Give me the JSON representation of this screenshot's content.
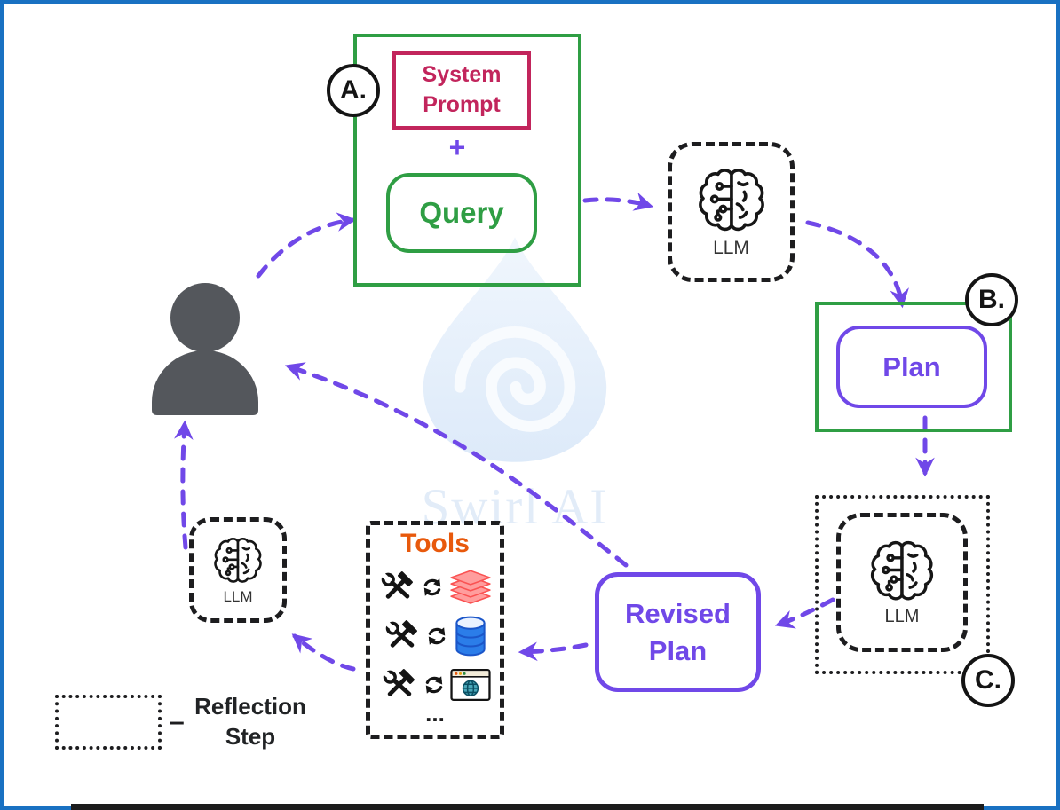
{
  "watermark": {
    "text": "Swirl AI"
  },
  "step_labels": {
    "a": "A.",
    "b": "B.",
    "c": "C."
  },
  "prompt_group": {
    "system_prompt": "System Prompt",
    "plus": "+",
    "query": "Query"
  },
  "llm_top": {
    "label": "LLM"
  },
  "plan": {
    "label": "Plan"
  },
  "llm_reflection": {
    "label": "LLM"
  },
  "revised_plan": {
    "label": "Revised Plan"
  },
  "tools": {
    "title": "Tools",
    "more": "...",
    "items": [
      "layers",
      "database",
      "web-browser"
    ]
  },
  "llm_left": {
    "label": "LLM"
  },
  "legend": {
    "dash": "–",
    "label": "Reflection Step"
  },
  "colors": {
    "frame_blue": "#1971c2",
    "green": "#2f9e44",
    "purple": "#7048e8",
    "crimson": "#c2255c",
    "orange": "#e8590c",
    "ink": "#1d1d1f",
    "person_gray": "#54575c",
    "layers_red": "#fa5252",
    "database_blue": "#2b7de9",
    "watermark_blue": "#e2ecf8"
  }
}
